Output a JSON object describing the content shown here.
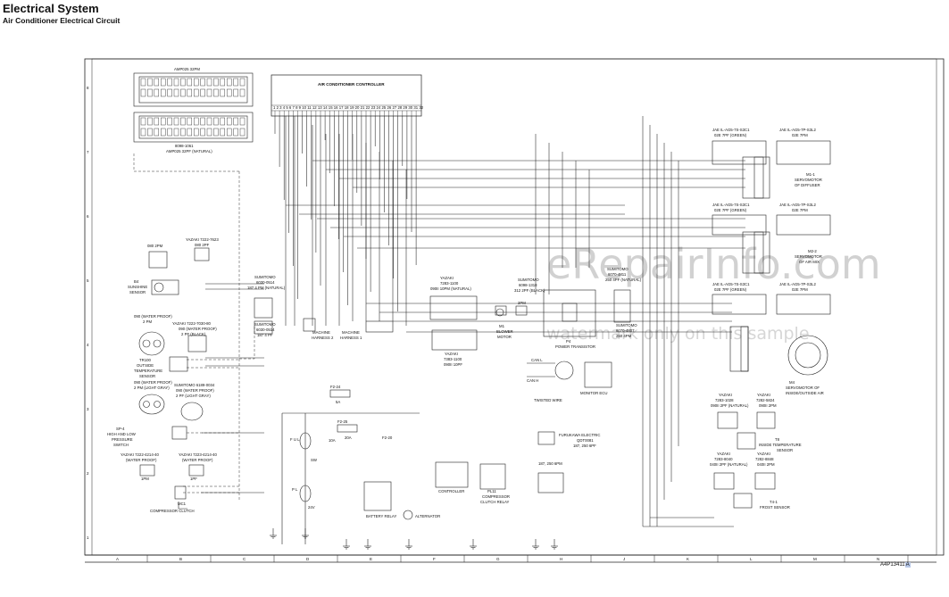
{
  "header": {
    "title": "Electrical System",
    "subtitle": "Air Conditioner Electrical Circuit"
  },
  "watermark": {
    "site": "eRepairInfo.com",
    "note": "watermark only on this sample"
  },
  "doc_id": {
    "code": "A4P13411",
    "rev": "A"
  },
  "grid": {
    "rows": [
      "8",
      "7",
      "6",
      "5",
      "4",
      "3",
      "2",
      "1"
    ],
    "cols": [
      "A",
      "B",
      "C",
      "D",
      "E",
      "F",
      "G",
      "H",
      "J",
      "K",
      "L",
      "M",
      "N"
    ]
  },
  "labels": {
    "amp_top": "AMP025 32PM",
    "controller": "AIR CONDITIONER CONTROLLER",
    "amp_bottom_a": "8098-1061",
    "amp_bottom_b": "AMP025 32PF (NATURAL)",
    "controller_pins": "1 2 3 4 5 6 7 8 9 10 11 12 13 14 15 16 17 18 19 20 21 22 23 24 25 26 27 28 29 30 31 32",
    "jae_1a": "JAE IL-AG5-7S-S3C1",
    "jae_1b": "02E 7PF (GREEN)",
    "jae_1c": "JAE IL-AG5-7P-S3L2",
    "jae_1d": "02E 7PM",
    "m1_a": "M1-1",
    "m1_b": "SERVOMOTOR",
    "m1_c": "OF DIFFUSER",
    "jae_2a": "JAE IL-AG5-7S-S3C1",
    "jae_2b": "02E 7PF (GREEN)",
    "jae_2c": "JAE IL-AG5-7P-S3L2",
    "jae_2d": "02E 7PM",
    "m2_a": "M2-2",
    "m2_b": "SERVOMOTOR",
    "m2_c": "OF AIR MIX",
    "jae_3a": "JAE IL-AG5-7S-S3C1",
    "jae_3b": "02E 7PF (GREEN)",
    "jae_3c": "JAE IL-AG5-7P-S3L2",
    "jae_3d": "02E 7PM",
    "m3_a": "M4",
    "m3_b": "SERVOMOTOR OF",
    "m3_c": "INSIDE/OUTSIDE AIR",
    "yazaki_top": "YAZAKI 7222-7623",
    "yazaki_top2": "080 2PF",
    "sun_a": "080 2PM",
    "sun_b": "B4",
    "sun_c": "SUNSHINE",
    "sun_d": "SENSOR",
    "sumi_a": "SUMITOMO",
    "sumi_b": "6030-0514",
    "sumi_c": "187 4 PM (NATURAL)",
    "sumi2_a": "SUMITOMO",
    "sumi2_b": "6030-0514",
    "sumi2_c": "187 4 PF",
    "harness_a": "MACHINE",
    "harness_b": "HARNESS 2",
    "harness2_a": "MACHINE",
    "harness2_b": "HARNESS 1",
    "wp_a": "090 (WATER PROOF)",
    "wp_b": "2 PM",
    "yaz_wp_a": "YAZAKI 7222-7030-80",
    "yaz_wp_b": "090 (WATER PROOF)",
    "yaz_wp_c": "2 PF (BLACK)",
    "outside_a": "TR100",
    "outside_b": "OUTSIDE",
    "outside_c": "TEMPERATURE",
    "outside_d": "SENSOR",
    "wp2_a": "090 (WATER PROOF)",
    "wp2_b": "2 PM (LIGHT GRAY)",
    "sumi3_a": "SUMITOMO 6189-0034",
    "sumi3_b": "090 (WATER PROOF)",
    "sumi3_c": "2 PF (LIGHT GRAY)",
    "sp_a": "SP-4",
    "sp_b": "HIGH AND LOW",
    "sp_c": "PRESSURE",
    "sp_d": "SWITCH",
    "yaz3_a": "YAZAKI 7222-4214-40",
    "yaz3_b": "(WATER PROOF)",
    "yaz3_c": "1PM",
    "yaz4_a": "YAZAKI 7223-4214-40",
    "yaz4_b": "(WATER PROOF)",
    "yaz4_c": "1PF",
    "clutch_a": "MC1",
    "clutch_b": "COMPRESSOR CLUTCH",
    "yaz5_a": "YAZAKI",
    "yaz5_b": "7283-1100",
    "yaz5_c": "090II 10PM (NATURAL)",
    "yaz6_a": "YAZAKI",
    "yaz6_b": "7383-1100",
    "yaz6_c": "090II 10PF",
    "sumi4_a": "SUMITOMO",
    "sumi4_b": "6098-1318",
    "sumi4_c": "312 2PF (BLACK)",
    "blower_a": "2PM",
    "blower_b": "M1",
    "blower_c": "BLOWER",
    "blower_d": "MOTOR",
    "sumi5_a": "SUMITOMO",
    "sumi5_b": "6070-4811",
    "sumi5_c": "250 4PF (NATURAL)",
    "sumi6_a": "SUMITOMO",
    "sumi6_b": "6070-4807",
    "sumi6_c": "250 4PM",
    "power_tr_a": "P4",
    "power_tr_b": "POWER TRANSISTOR",
    "can_l": "CAN L",
    "can_h": "CAN H",
    "twisted": "TWISTED WIRE",
    "monitor": "MONITOR ECU",
    "fuse_a": "F2-24",
    "fuse_b": "5A",
    "fuse_c": "F2-25",
    "fuse_d": "10A",
    "fuse_e": "F2-20",
    "fuse_f": "20A",
    "battery_relay": "BATTERY RELAY",
    "alternator": "ALTERNATOR",
    "controller_box": "CONTROLLER",
    "relay_a": "PL11",
    "relay_b": "COMPRESSOR",
    "relay_c": "CLUTCH RELAY",
    "furuk_a": "FURUKAWA ELECTRIC",
    "furuk_b": "QDT0081",
    "furuk_c": "187, 250 6PF",
    "furuk_d": "187, 250 6PM",
    "yaz7_a": "YAZAKI",
    "yaz7_b": "7283-1028",
    "yaz7_c": "090II 2PF (NATURAL)",
    "yaz8_a": "YAZAKI",
    "yaz8_b": "7282-5824",
    "yaz8_c": "090II 2PM",
    "inside_a": "T8",
    "inside_b": "INSIDE TEMPERATURE",
    "inside_c": "SENSOR",
    "yaz9_a": "YAZAKI",
    "yaz9_b": "7283-8040",
    "yaz9_c": "040II 2PF (NATURAL)",
    "yaz10_a": "YAZAKI",
    "yaz10_b": "7282-8848",
    "yaz10_c": "040II 2PM",
    "frost_a": "T4-1",
    "frost_b": "FROST SENSOR",
    "battery_v": "24V",
    "ful": "F U L",
    "pl": "P L",
    "sw": "SW"
  }
}
